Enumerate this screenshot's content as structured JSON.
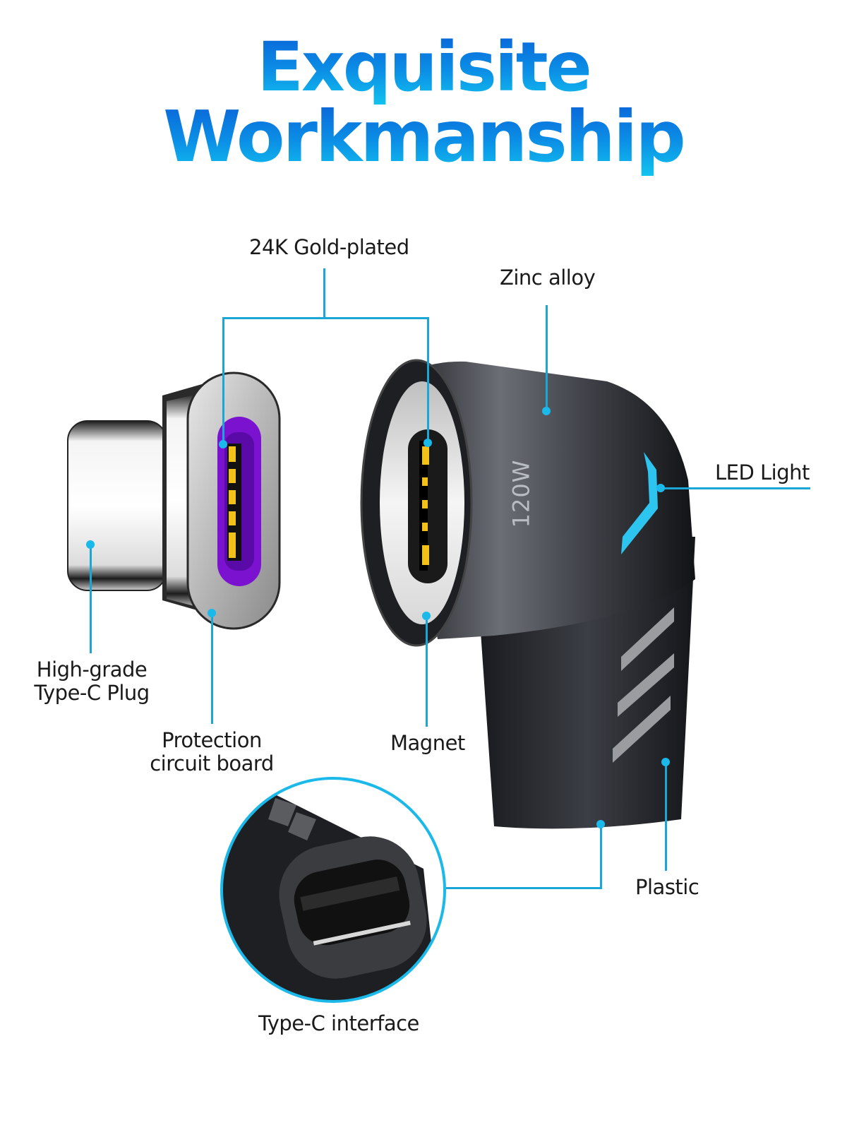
{
  "title": {
    "line1": "Exquisite",
    "line2": "Workmanship",
    "gradient_colors": [
      "#0a5fd6",
      "#12c4ee"
    ]
  },
  "product": {
    "power_marking": "120W"
  },
  "callouts": {
    "gold_plated": "24K Gold-plated",
    "zinc_alloy": "Zinc alloy",
    "led_light": "LED Light",
    "type_c_plug_line1": "High-grade",
    "type_c_plug_line2": "Type-C Plug",
    "protection_line1": "Protection",
    "protection_line2": "circuit board",
    "magnet": "Magnet",
    "plastic": "Plastic",
    "type_c_interface": "Type-C interface"
  },
  "colors": {
    "callout_line": "#1aa6d6",
    "led_accent": "#2ec4f0",
    "pad_purple": "#7a12d0",
    "gold_pins": "#f2c21a",
    "body_dark": "#2a2d33"
  }
}
